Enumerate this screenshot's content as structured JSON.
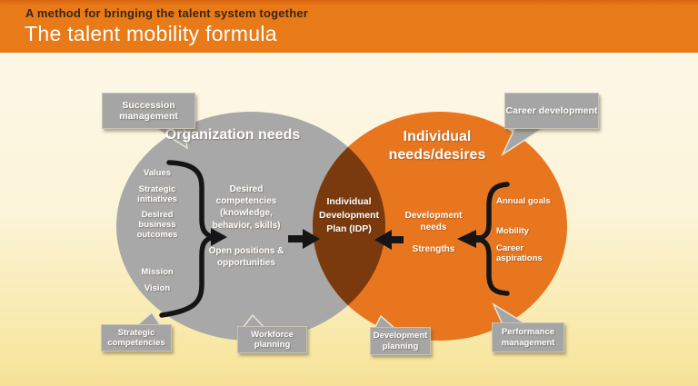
{
  "header": {
    "subtitle": "A method for bringing the talent system together",
    "title": "The talent mobility formula",
    "bg_color": "#e87a18",
    "subtitle_color": "#3b2512",
    "title_color": "#ffffff"
  },
  "diagram": {
    "left_circle": {
      "title": "Organization needs",
      "color": "#a8a8a8",
      "outer_items": [
        "Values",
        "Strategic initiatives",
        "Desired business outcomes",
        "Mission",
        "Vision"
      ],
      "inner_items": [
        "Desired competencies (knowledge, behavior, skills)",
        "Open positions & opportunities"
      ]
    },
    "right_circle": {
      "title": "Individual needs/desires",
      "color": "#e8761f",
      "inner_items": [
        "Development needs",
        "Strengths"
      ],
      "outer_items": [
        "Annual goals",
        "Mobility",
        "Career aspirations"
      ]
    },
    "overlap": {
      "label": "Individual Development Plan (IDP)",
      "color": "#7a3a0e"
    },
    "callouts": [
      {
        "label": "Succession management"
      },
      {
        "label": "Career development"
      },
      {
        "label": "Strategic competencies"
      },
      {
        "label": "Workforce planning"
      },
      {
        "label": "Development planning"
      },
      {
        "label": "Performance management"
      }
    ],
    "arrow_color": "#151515",
    "bubble_color": "#a5a5a5"
  }
}
